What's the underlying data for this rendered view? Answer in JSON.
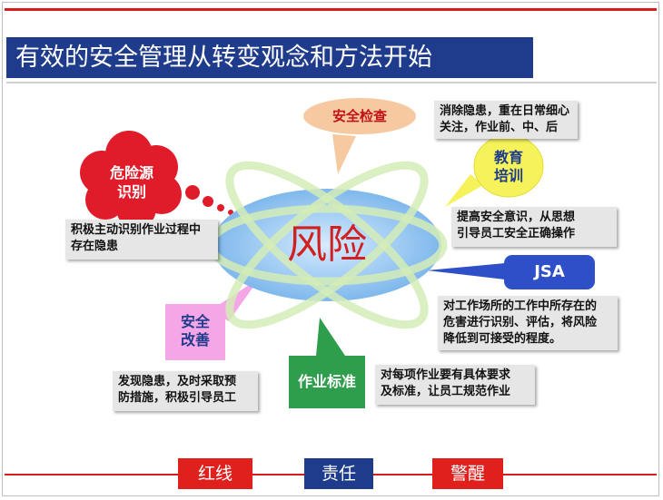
{
  "title": "有效的安全管理从转变观念和方法开始",
  "center": "风险",
  "nodes": {
    "inspection": {
      "label": "安全检查",
      "note": [
        "消除隐患，重在日常细心",
        "关注，作业前、中、后"
      ]
    },
    "training": {
      "label": [
        "教育",
        "培训"
      ],
      "note": [
        "提高安全意识，从思想",
        "引导员工安全正确操作"
      ]
    },
    "jsa": {
      "label": "JSA",
      "note": [
        "对工作场所的工作中所存在的",
        "危害进行识别、评估，将风险",
        "降低到可接受的程度。"
      ]
    },
    "standard": {
      "label": "作业标准",
      "note": [
        "对每项作业要有具体要求",
        "及标准，让员工规范作业"
      ]
    },
    "improvement": {
      "label": [
        "安全",
        "改善"
      ],
      "note": [
        "发现隐患，及时采取预",
        "防措施，积极引导员工"
      ]
    },
    "hazard": {
      "label": [
        "危险源",
        "识别"
      ],
      "note": [
        "积极主动识别作业过程中",
        "存在隐患"
      ]
    }
  },
  "footer": {
    "buttons": [
      "红线",
      "责任",
      "警醒"
    ]
  },
  "colors": {
    "title_bg": "#1f3b8c",
    "accent_red": "#d61d1d",
    "inspection": "#f7c9a0",
    "training": "#f5f25a",
    "jsa": "#2f4fc9",
    "standard": "#2e9e4c",
    "improvement": "#f5a6e6",
    "hazard": "#e01c2a",
    "center_text": "#d12020",
    "btn_red": "#e0201c",
    "btn_blue": "#1f3b8c"
  }
}
